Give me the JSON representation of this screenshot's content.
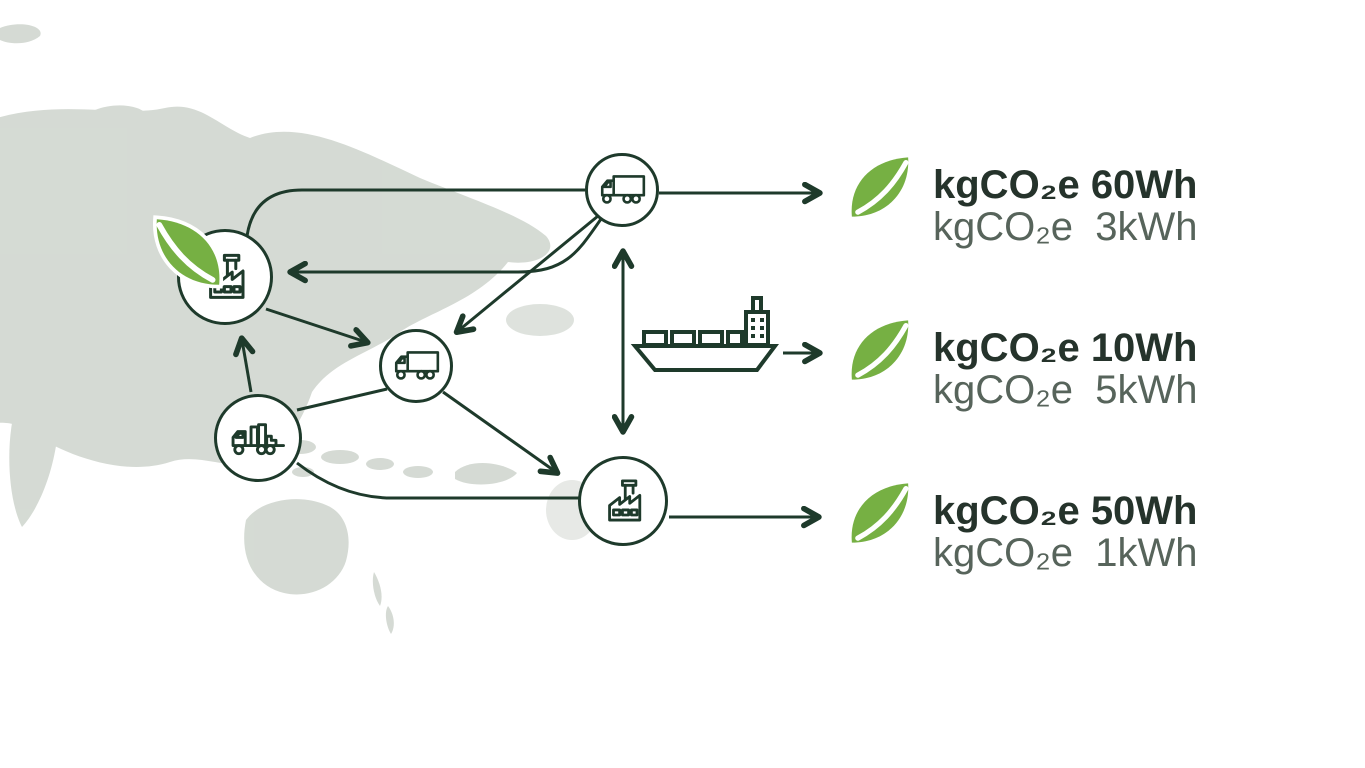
{
  "theme": {
    "background": "#ffffff",
    "map_fill": "#d3d9d2",
    "line_color": "#1e3a2b",
    "node_fill": "#ffffff",
    "leaf_green": "#76b043",
    "leaf_green_light": "#94ca5e",
    "text_primary": "#25332b",
    "text_secondary": "#57645b"
  },
  "diagram": {
    "nodes": [
      {
        "id": "factory-origin",
        "icon": "factory-icon"
      },
      {
        "id": "truck-top",
        "icon": "truck-icon"
      },
      {
        "id": "truck-mid",
        "icon": "truck-icon"
      },
      {
        "id": "truck-cargo",
        "icon": "cargo-truck-icon"
      },
      {
        "id": "factory-dest",
        "icon": "factory-icon"
      },
      {
        "id": "ship",
        "icon": "cargo-ship-icon"
      }
    ],
    "icons": {
      "factory-icon": "factory building with chimney",
      "truck-icon": "box delivery truck",
      "cargo-truck-icon": "flatbed truck with cargo",
      "cargo-ship-icon": "container ship",
      "leaf-icon": "green leaf"
    }
  },
  "labels": [
    {
      "line1": "kgCO₂e 60Wh",
      "line2": "kgCO₂e  3kWh"
    },
    {
      "line1": "kgCO₂e 10Wh",
      "line2": "kgCO₂e  5kWh"
    },
    {
      "line1": "kgCO₂e 50Wh",
      "line2": "kgCO₂e  1kWh"
    }
  ]
}
